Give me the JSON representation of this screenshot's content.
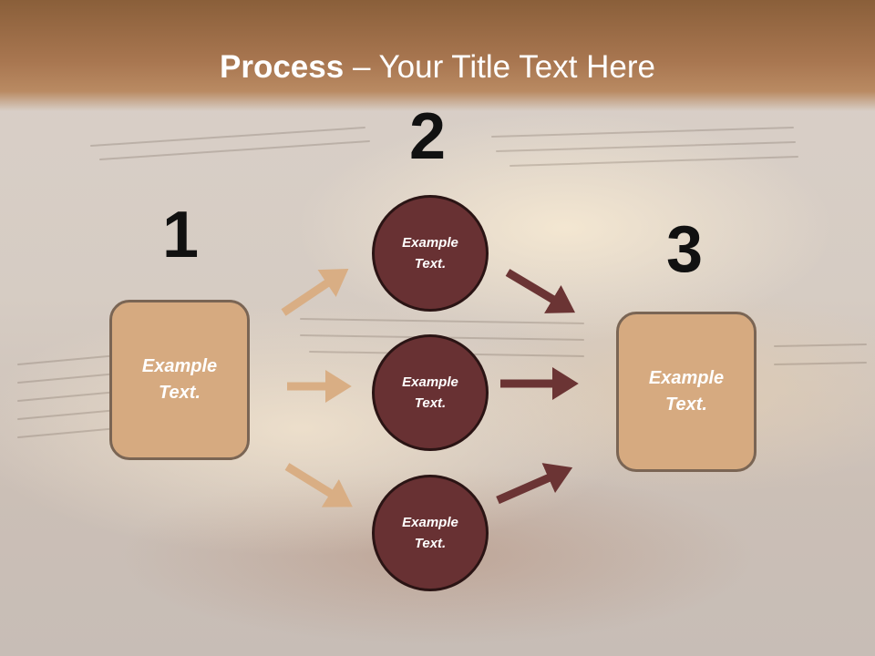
{
  "title": {
    "bold": "Process",
    "rest": " – Your Title Text Here"
  },
  "steps": [
    {
      "number": "1",
      "line1": "Example",
      "line2": "Text."
    },
    {
      "number": "2"
    },
    {
      "number": "3",
      "line1": "Example",
      "line2": "Text."
    }
  ],
  "circles": [
    {
      "line1": "Example",
      "line2": "Text."
    },
    {
      "line1": "Example",
      "line2": "Text."
    },
    {
      "line1": "Example",
      "line2": "Text."
    }
  ],
  "colors": {
    "title_band": "#a87650",
    "box_fill": "#d6aa80",
    "circle_fill": "#683133",
    "arrow_light": "#d9ae84",
    "arrow_dark": "#6b3434"
  }
}
